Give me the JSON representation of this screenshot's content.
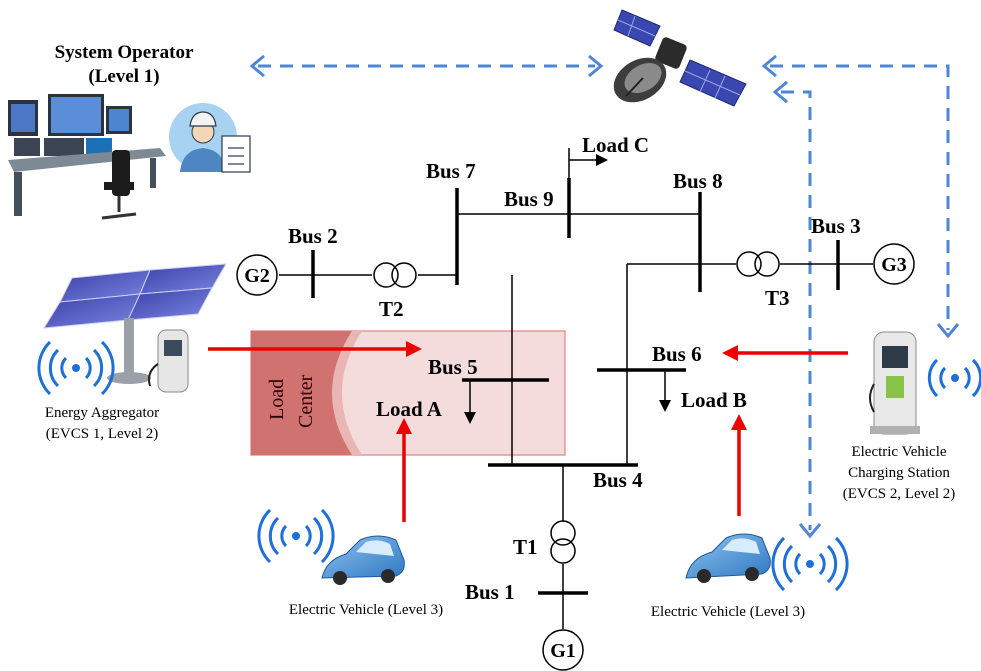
{
  "operator": {
    "title": "System Operator",
    "level": "(Level 1)"
  },
  "buses": {
    "bus1": "Bus 1",
    "bus2": "Bus 2",
    "bus3": "Bus 3",
    "bus4": "Bus 4",
    "bus5": "Bus 5",
    "bus6": "Bus 6",
    "bus7": "Bus 7",
    "bus8": "Bus 8",
    "bus9": "Bus 9"
  },
  "transformers": {
    "t1": "T1",
    "t2": "T2",
    "t3": "T3"
  },
  "generators": {
    "g1": "G1",
    "g2": "G2",
    "g3": "G3"
  },
  "loads": {
    "a": "Load A",
    "b": "Load B",
    "c": "Load C"
  },
  "load_center": {
    "line1": "Load",
    "line2": "Center"
  },
  "aggregator": {
    "line1": "Energy Aggregator",
    "line2": "(EVCS 1,  Level 2)"
  },
  "station": {
    "line1": "Electric Vehicle",
    "line2": "Charging Station",
    "line3": "(EVCS 2, Level 2)"
  },
  "ev_left": "Electric Vehicle (Level 3)",
  "ev_right": "Electric Vehicle (Level 3)",
  "colors": {
    "comm": "#4f86d6",
    "power_flow": "#ee0000",
    "wifi": "#1e6fd9",
    "load_center": "#d9908f"
  }
}
